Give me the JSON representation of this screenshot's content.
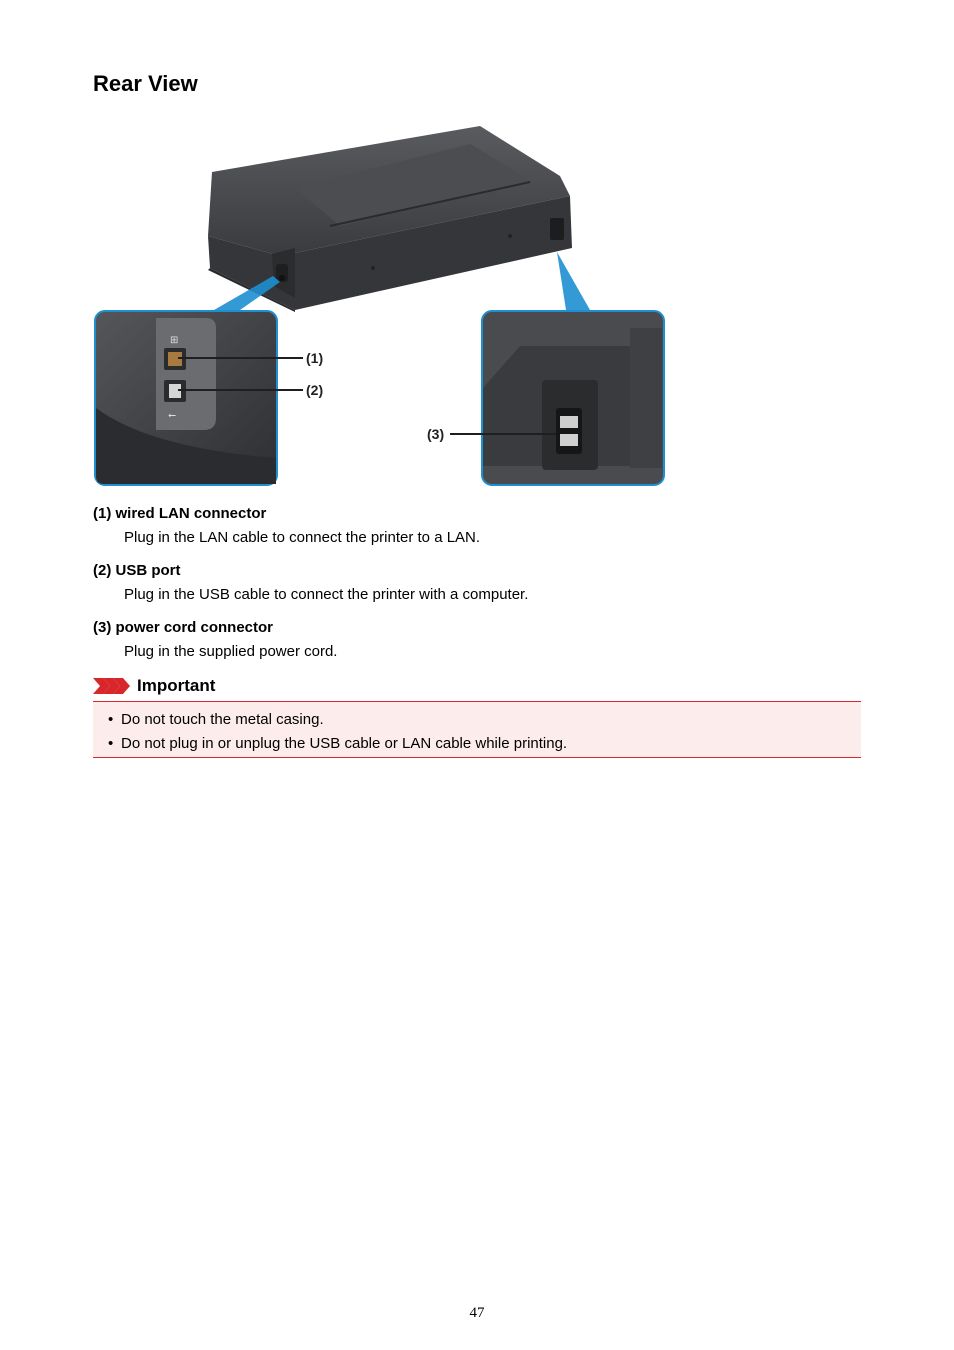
{
  "page": {
    "title": "Rear View",
    "page_number": "47"
  },
  "figure": {
    "callouts": [
      "(1)",
      "(2)",
      "(3)"
    ]
  },
  "items": [
    {
      "term": "(1) wired LAN connector",
      "description": "Plug in the LAN cable to connect the printer to a LAN."
    },
    {
      "term": "(2) USB port",
      "description": "Plug in the USB cable to connect the printer with a computer."
    },
    {
      "term": "(3) power cord connector",
      "description": "Plug in the supplied power cord."
    }
  ],
  "important": {
    "label": "Important",
    "notes": [
      "Do not touch the metal casing.",
      "Do not plug in or unplug the USB cable or LAN cable while printing."
    ],
    "bullet": "•"
  },
  "colors": {
    "accent_red": "#d9262b",
    "note_bg": "#fdecec",
    "callout_blue": "#1e8fd0",
    "printer_body": "#3c3d40"
  }
}
